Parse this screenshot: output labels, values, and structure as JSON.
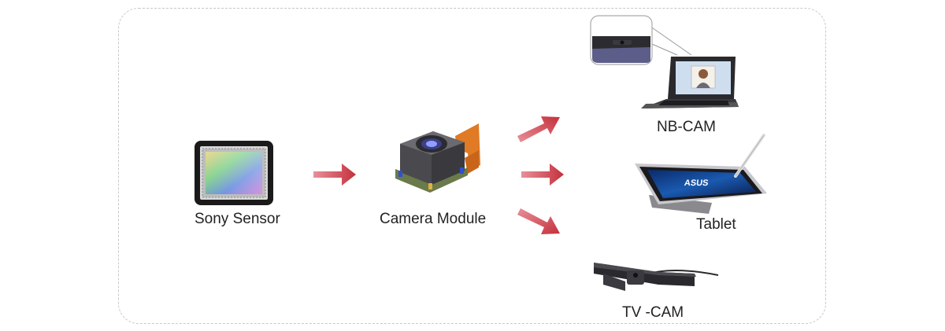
{
  "diagram": {
    "source": {
      "label": "Sony Sensor",
      "icon": "image-sensor-chip-icon"
    },
    "middle": {
      "label": "Camera Module",
      "icon": "camera-module-icon"
    },
    "targets": [
      {
        "label": "NB-CAM",
        "icon": "laptop-webcam-icon"
      },
      {
        "label": "Tablet",
        "icon": "tablet-with-stylus-icon",
        "screen_text": "ASUS"
      },
      {
        "label": "TV -CAM",
        "icon": "tv-camera-bar-icon"
      }
    ],
    "arrow_color": "#c4303a",
    "border_color": "#c8c8c8"
  }
}
